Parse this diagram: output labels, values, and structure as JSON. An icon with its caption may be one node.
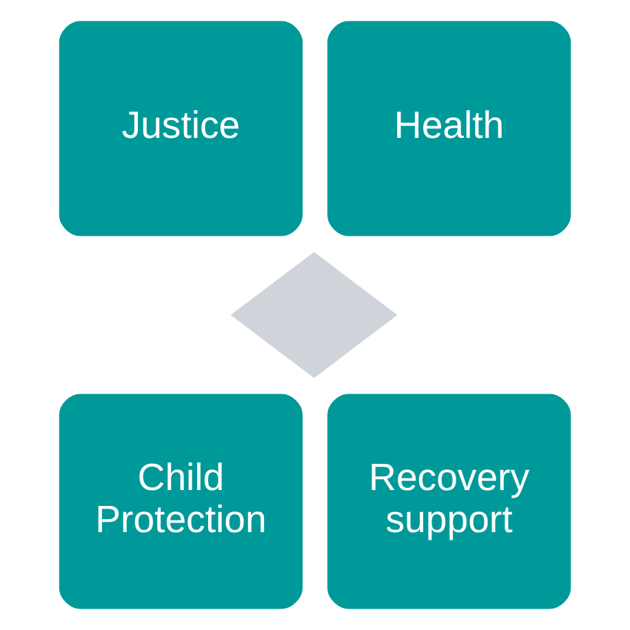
{
  "diagram": {
    "nodes": [
      {
        "text": [],
        "shape": "diamond"
      },
      {
        "text": [
          "Justice"
        ]
      },
      {
        "text": [
          "Health"
        ]
      },
      {
        "text": [
          "Child Protection"
        ]
      },
      {
        "text": [
          "Recovery support"
        ]
      }
    ]
  }
}
